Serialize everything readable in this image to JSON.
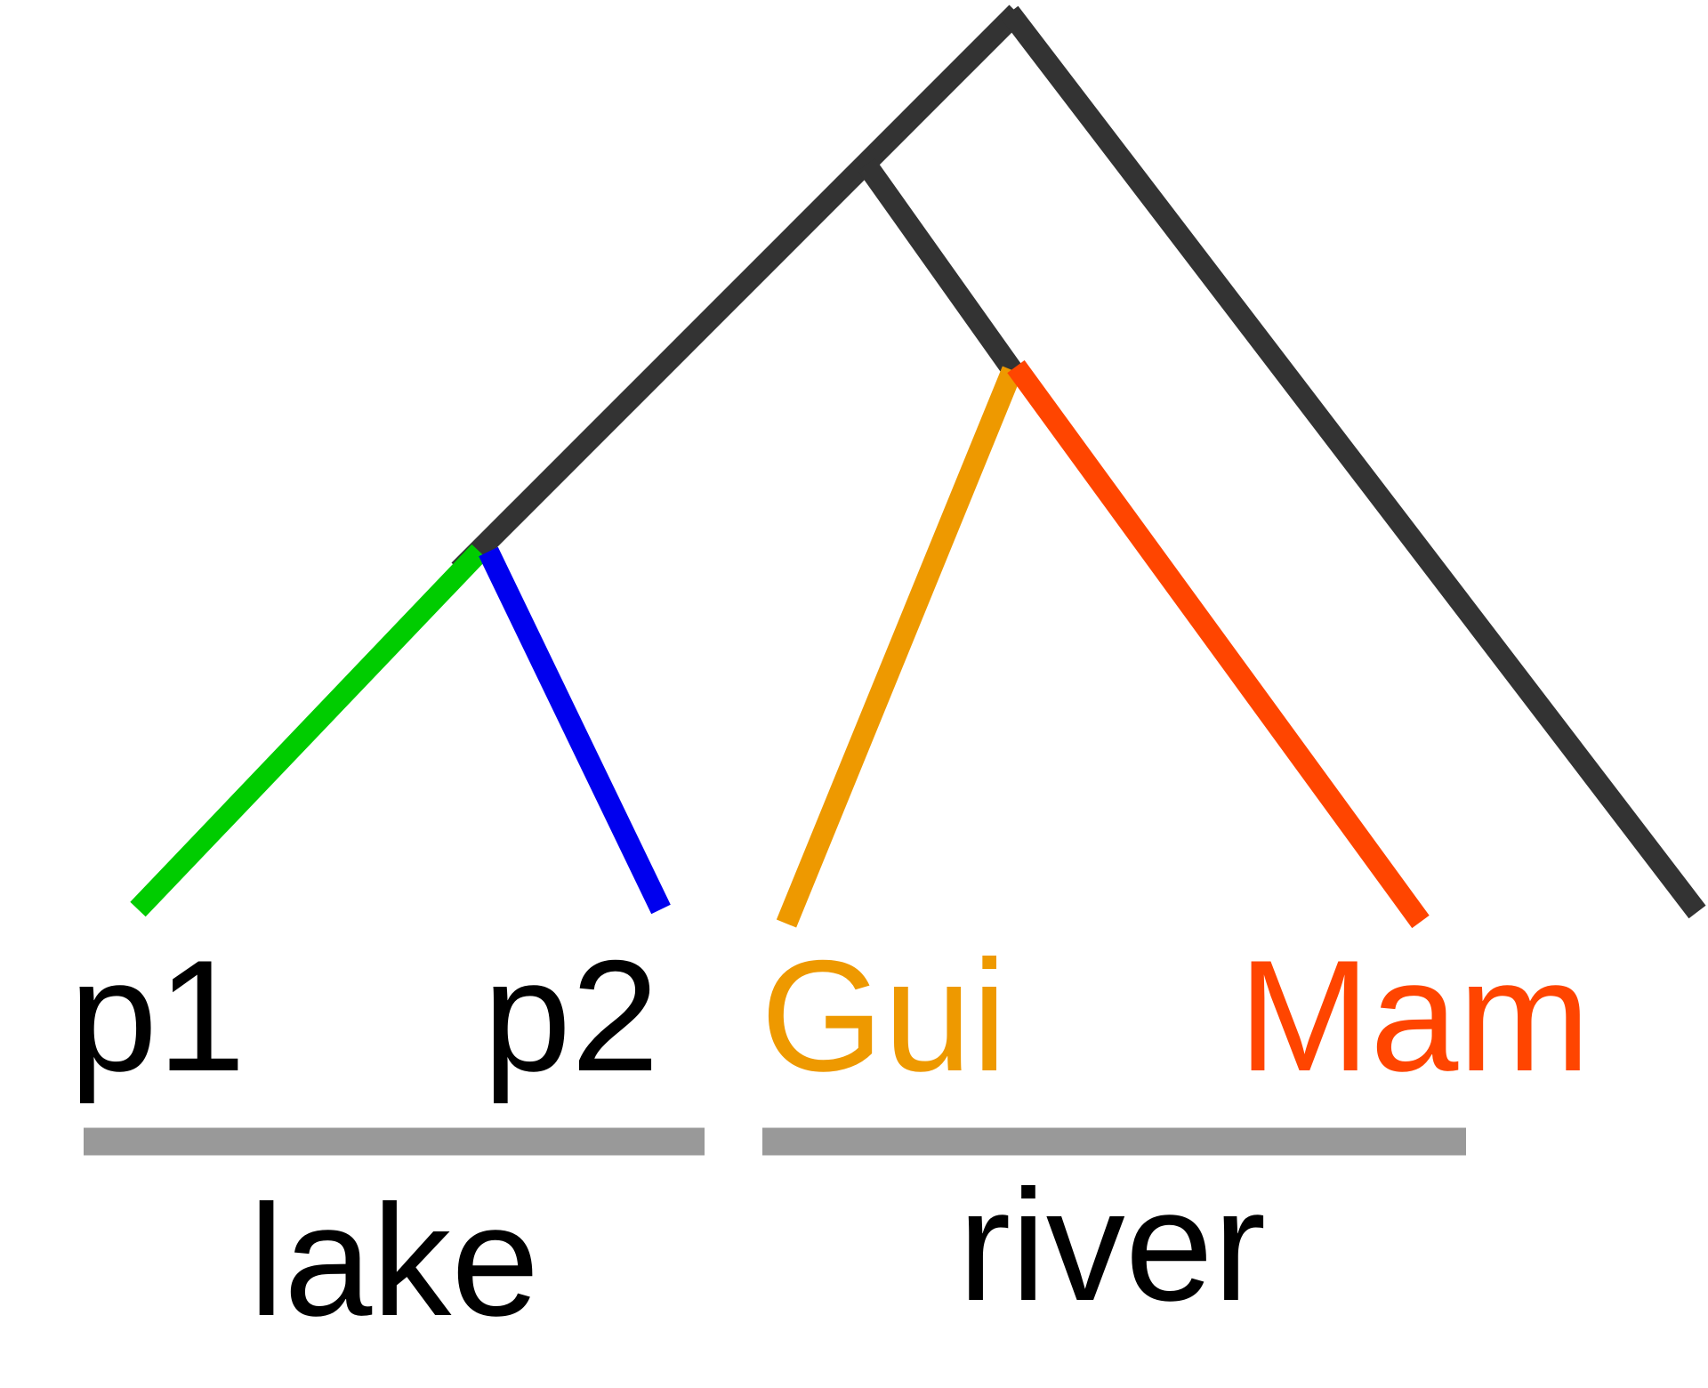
{
  "colors": {
    "internal": "#333333",
    "p1": "#00cc00",
    "p2": "#0000ee",
    "gui": "#ee9900",
    "mam": "#ff4500",
    "group_bar": "#999999",
    "text": "#000000"
  },
  "leaves": {
    "p1": {
      "label": "p1"
    },
    "p2": {
      "label": "p2"
    },
    "gui": {
      "label": "Gui"
    },
    "mam": {
      "label": "Mam"
    }
  },
  "groups": {
    "lake": {
      "label": "lake"
    },
    "river": {
      "label": "river"
    }
  }
}
